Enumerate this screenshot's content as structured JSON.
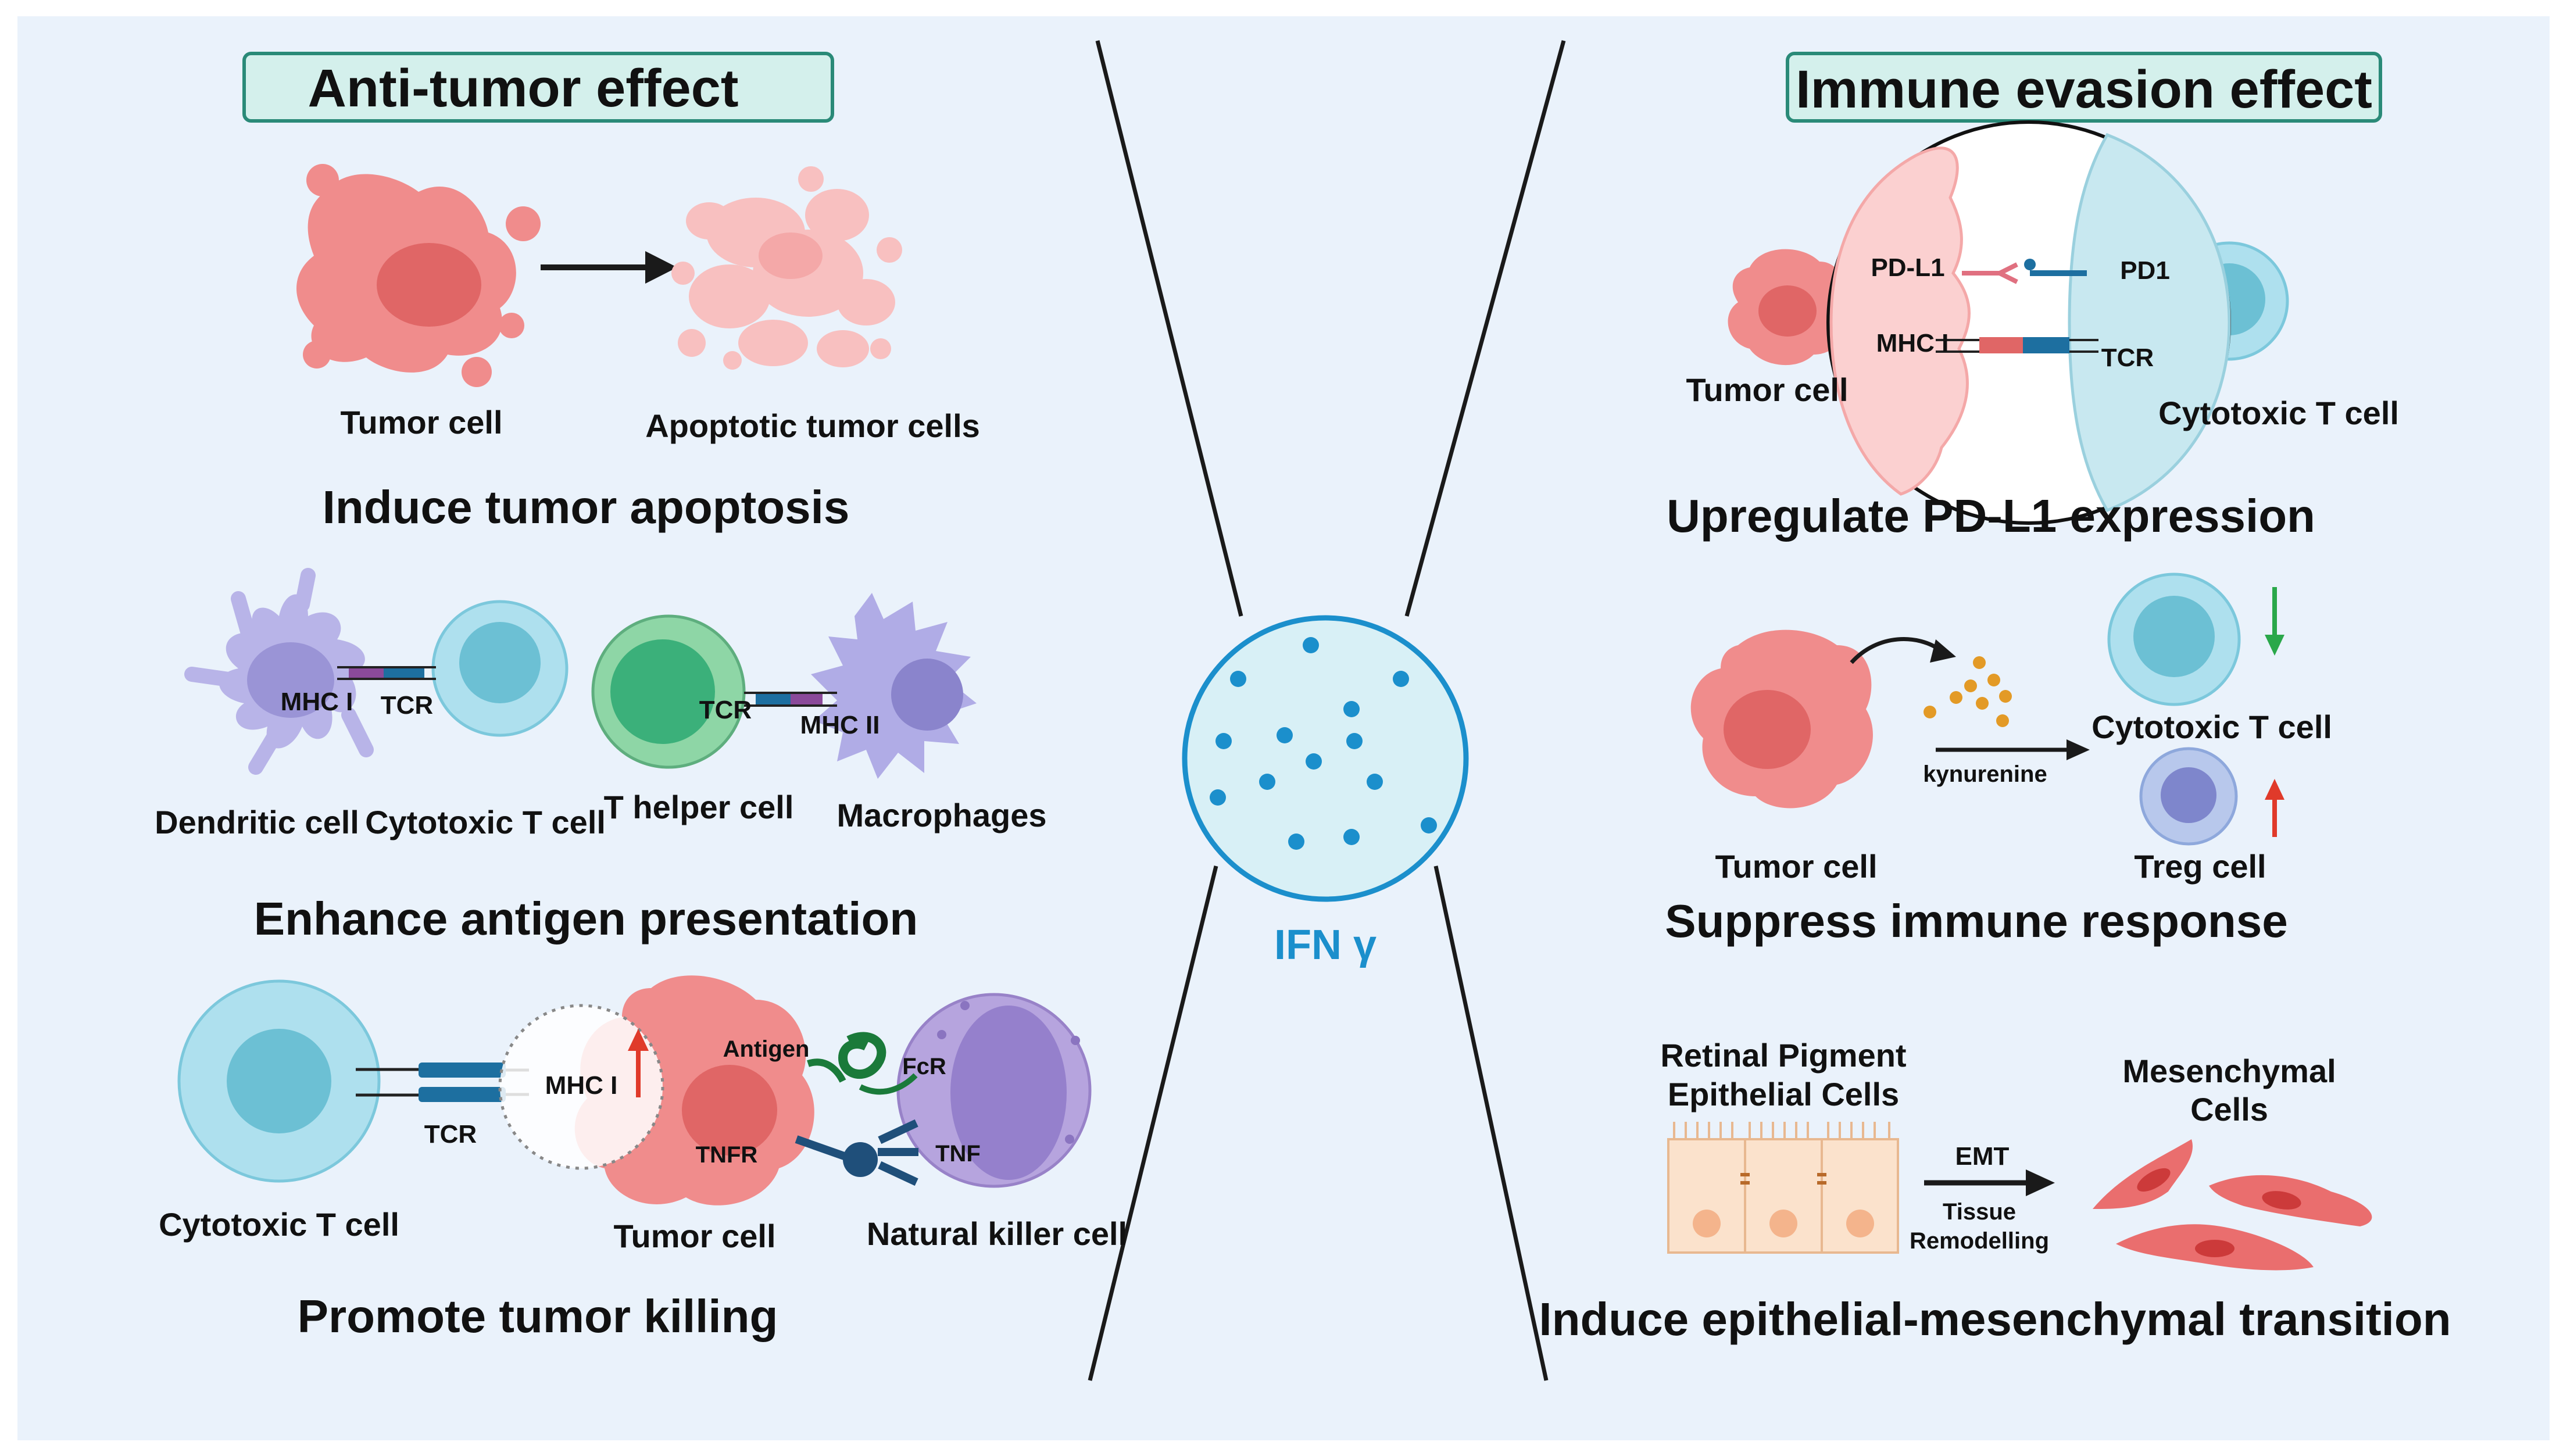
{
  "left": {
    "header": "Anti-tumor effect",
    "apoptosis": {
      "tumor_cell_label": "Tumor cell",
      "apoptotic_label": "Apoptotic tumor cells",
      "caption": "Induce tumor apoptosis"
    },
    "antigen": {
      "mhc1_label": "MHC I",
      "tcr1_label": "TCR",
      "tcr2_label": "TCR",
      "mhc2_label": "MHC II",
      "dendritic_label": "Dendritic cell",
      "cytotoxic_label": "Cytotoxic T cell",
      "thelper_label": "T helper cell",
      "macrophage_label": "Macrophages",
      "caption": "Enhance antigen presentation"
    },
    "killing": {
      "mhc1_label": "MHC I",
      "tcr_label": "TCR",
      "antigen_label": "Antigen",
      "fcr_label": "FcR",
      "tnfr_label": "TNFR",
      "tnf_label": "TNF",
      "cytotoxic_label": "Cytotoxic T cell",
      "tumor_label": "Tumor cell",
      "nk_label": "Natural killer cell",
      "caption": "Promote tumor killing"
    }
  },
  "center": {
    "ifn_label": "IFN γ"
  },
  "right": {
    "header": "Immune evasion effect",
    "pdl1": {
      "pdl1_label": "PD-L1",
      "pd1_label": "PD1",
      "mhc1_label": "MHC I",
      "tcr_label": "TCR",
      "tumor_label": "Tumor cell",
      "cytotoxic_label": "Cytotoxic T cell",
      "caption": "Upregulate PD-L1 expression"
    },
    "suppress": {
      "kynurenine_label": "kynurenine",
      "cytotoxic_label": "Cytotoxic T cell",
      "tumor_label": "Tumor cell",
      "treg_label": "Treg cell",
      "caption": "Suppress immune response"
    },
    "emt": {
      "rpe_label_line1": "Retinal Pigment",
      "rpe_label_line2": "Epithelial Cells",
      "mes_label_line1": "Mesenchymal",
      "mes_label_line2": "Cells",
      "emt_label": "EMT",
      "tissue_line1": "Tissue",
      "tissue_line2": "Remodelling",
      "caption": "Induce epithelial-mesenchymal transition"
    }
  },
  "colors": {
    "panel_bg": "#eaf2fb",
    "header_fill": "#d4f0ec",
    "header_stroke": "#2a8a78",
    "tumor": "#f08c8c",
    "tumor_nucleus": "#e06666",
    "apoptotic": "#f8c0c0",
    "cytotoxic": "#aee0ee",
    "cytotoxic_nucleus": "#6cc0d4",
    "dendritic": "#b8b4e8",
    "thelper": "#5ec48e",
    "macrophage": "#b0ace6",
    "nk": "#b6a4de",
    "ifn_text": "#1b8fcc",
    "ifn_dot": "#1b8fcc",
    "arrow_down": "#2aa84a",
    "arrow_up": "#e03a2a"
  }
}
